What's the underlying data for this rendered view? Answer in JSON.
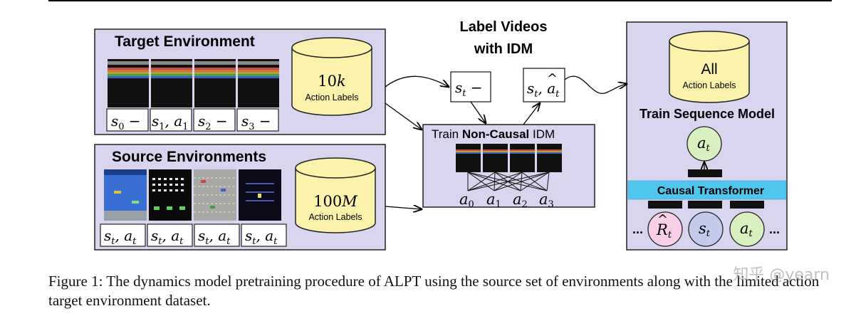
{
  "target": {
    "title": "Target Environment",
    "db_main": "10",
    "db_main_italic": "k",
    "db_sub": "Action Labels",
    "frames": [
      {
        "s": "s",
        "sub": "0",
        "tail": " −"
      },
      {
        "s": "s",
        "sub": "1",
        "tail": ", a",
        "tail_sub": "1"
      },
      {
        "s": "s",
        "sub": "2",
        "tail": " −"
      },
      {
        "s": "s",
        "sub": "3",
        "tail": " −"
      }
    ]
  },
  "source": {
    "title": "Source Environments",
    "db_main": "100",
    "db_main_italic": "M",
    "db_sub": "Action Labels",
    "frame_label": {
      "s": "s",
      "sub": "t",
      "tail": ", a",
      "tail_sub": "t"
    }
  },
  "label_videos": {
    "title_line1": "Label Videos",
    "title_line2": "with IDM",
    "unlabeled_box": {
      "s": "s",
      "sub": "t",
      "tail": " −"
    },
    "labeled_box": {
      "s": "s",
      "sub": "t",
      "tail": ", a",
      "tail_sub": "t",
      "hat": "^"
    }
  },
  "idm": {
    "title_prefix": "Train ",
    "title_bold": "Non-Causal",
    "title_suffix": " IDM",
    "actions": [
      {
        "a": "a",
        "sub": "0"
      },
      {
        "a": "a",
        "sub": "1"
      },
      {
        "a": "a",
        "sub": "2"
      },
      {
        "a": "a",
        "sub": "3"
      }
    ]
  },
  "sequence": {
    "db_main": "All",
    "db_sub": "Action Labels",
    "title": "Train Sequence Model",
    "output_token": {
      "a": "a",
      "sub": "t"
    },
    "transformer_label": "Causal Transformer",
    "ellipsis_left": "...",
    "ellipsis_right": "...",
    "tokens": [
      {
        "sym": "R",
        "sub": "t",
        "hat": "^"
      },
      {
        "sym": "s",
        "sub": "t"
      },
      {
        "sym": "a",
        "sub": "t"
      }
    ]
  },
  "colors": {
    "panel_fill": "#d9d5ee",
    "db_fill": "#fbf2ab",
    "transformer_fill": "#4fc6ee",
    "token_r": "#f8cfe6",
    "token_s": "#c2cbec",
    "token_a": "#d8f0c0"
  },
  "caption": "Figure 1: The dynamics model pretraining procedure of ALPT using the source set of environments along with the limited action target environment dataset.",
  "watermark": "知乎 @yearn"
}
